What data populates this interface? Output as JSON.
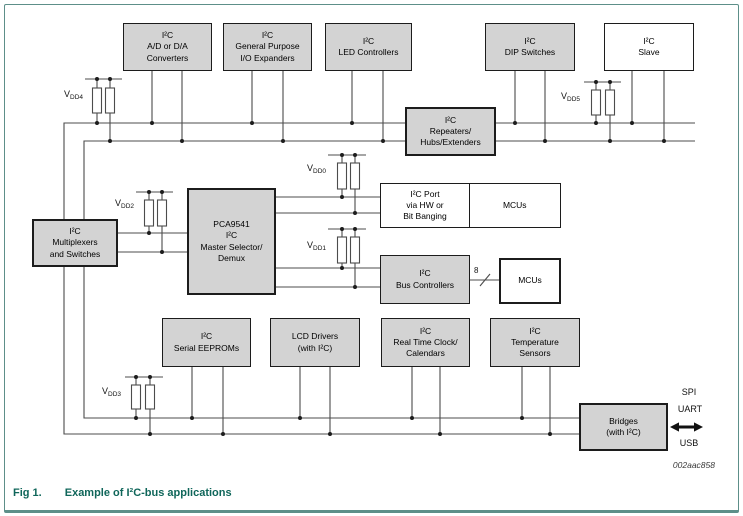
{
  "figure": {
    "caption_label": "Fig 1.",
    "caption_text": "Example of I²C-bus applications",
    "image_code": "002aac858"
  },
  "diagram": {
    "boxes": {
      "adc": {
        "label": "I²C\nA/D or D/A\nConverters"
      },
      "gpio": {
        "label": "I²C\nGeneral Purpose\nI/O Expanders"
      },
      "led": {
        "label": "I²C\nLED Controllers"
      },
      "dip": {
        "label": "I²C\nDIP Switches"
      },
      "slave": {
        "label": "I²C\nSlave"
      },
      "repeaters": {
        "label": "I²C\nRepeaters/\nHubs/Extenders"
      },
      "mux": {
        "label": "I²C\nMultiplexers\nand Switches"
      },
      "pca": {
        "label": "PCA9541\nI²C\nMaster Selector/\nDemux"
      },
      "port": {
        "label": "I²C Port\nvia HW or\nBit Banging"
      },
      "mcu1": {
        "label": "MCUs"
      },
      "busctl": {
        "label": "I²C\nBus Controllers"
      },
      "mcu2": {
        "label": "MCUs"
      },
      "eeprom": {
        "label": "I²C\nSerial EEPROMs"
      },
      "lcd": {
        "label": "LCD Drivers\n(with I²C)"
      },
      "rtc": {
        "label": "I²C\nReal Time Clock/\nCalendars"
      },
      "temp": {
        "label": "I²C\nTemperature\nSensors"
      },
      "bridges": {
        "label": "Bridges\n(with I²C)"
      }
    },
    "pullups": {
      "vdd0": {
        "v": "V",
        "sub": "DD0"
      },
      "vdd1": {
        "v": "V",
        "sub": "DD1"
      },
      "vdd2": {
        "v": "V",
        "sub": "DD2"
      },
      "vdd3": {
        "v": "V",
        "sub": "DD3"
      },
      "vdd4": {
        "v": "V",
        "sub": "DD4"
      },
      "vdd5": {
        "v": "V",
        "sub": "DD5"
      }
    },
    "labels": {
      "bus_width": "8",
      "spi": "SPI",
      "uart": "UART",
      "usb": "USB"
    },
    "colors": {
      "box_fill": "#d3d3d3",
      "box_border": "#1c1c1c",
      "wire": "#4c4c4c",
      "frame": "#5d8f89",
      "caption": "#0f665a"
    }
  }
}
